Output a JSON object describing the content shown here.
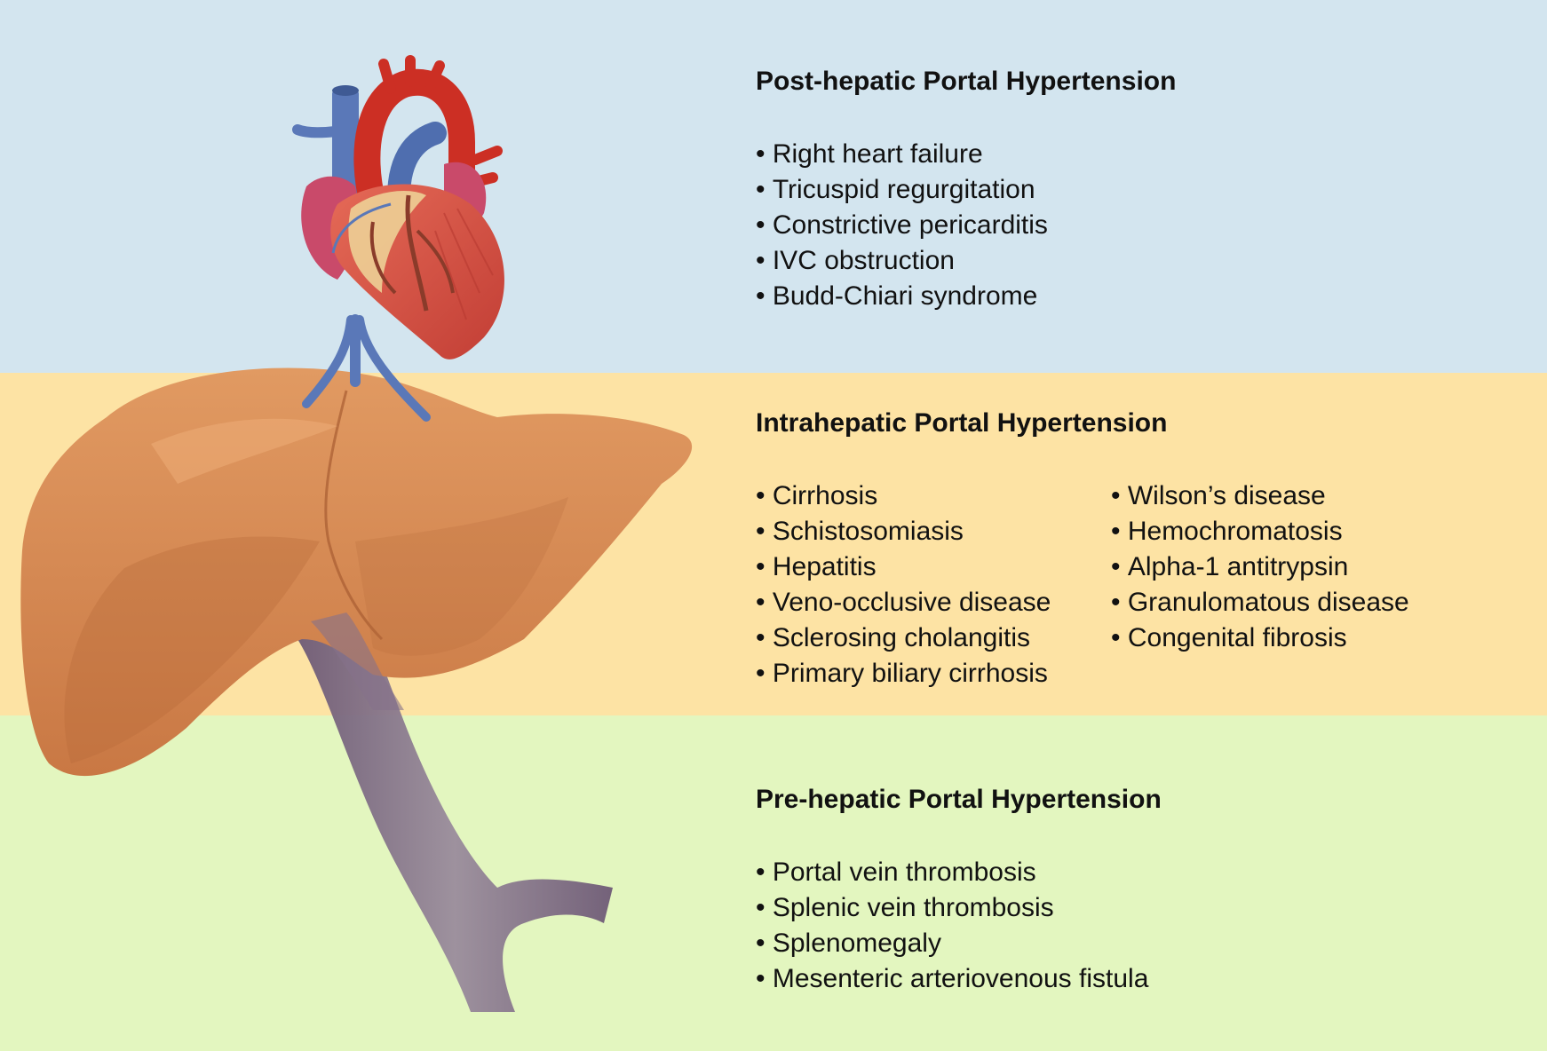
{
  "colors": {
    "post_band": "#d3e5ef",
    "intra_band": "#fde3a4",
    "pre_band": "#e3f6bf",
    "liver": "#d98c56",
    "liver_shadow": "#b5663a",
    "heart_muscle": "#d9534a",
    "atrium": "#c94a6a",
    "aorta": "#cc2f24",
    "vena": "#5a78b8",
    "portal_vein": "#86728a",
    "text": "#111111"
  },
  "sections": {
    "post": {
      "title": "Post-hepatic Portal Hypertension",
      "items": [
        "Right heart failure",
        "Tricuspid regurgitation",
        "Constrictive pericarditis",
        "IVC obstruction",
        "Budd-Chiari syndrome"
      ]
    },
    "intra": {
      "title": "Intrahepatic Portal Hypertension",
      "items_left": [
        "Cirrhosis",
        "Schistosomiasis",
        "Hepatitis",
        "Veno-occlusive disease",
        "Sclerosing cholangitis",
        "Primary biliary cirrhosis"
      ],
      "items_right": [
        "Wilson’s disease",
        "Hemochromatosis",
        "Alpha-1 antitrypsin",
        "Granulomatous disease",
        "Congenital fibrosis"
      ]
    },
    "pre": {
      "title": "Pre-hepatic Portal Hypertension",
      "items": [
        "Portal vein thrombosis",
        "Splenic vein thrombosis",
        "Splenomegaly",
        "Mesenteric arteriovenous fistula"
      ]
    }
  },
  "icons": {
    "heart": "heart-illustration",
    "liver": "liver-illustration",
    "portal_vein": "portal-vein-illustration"
  }
}
